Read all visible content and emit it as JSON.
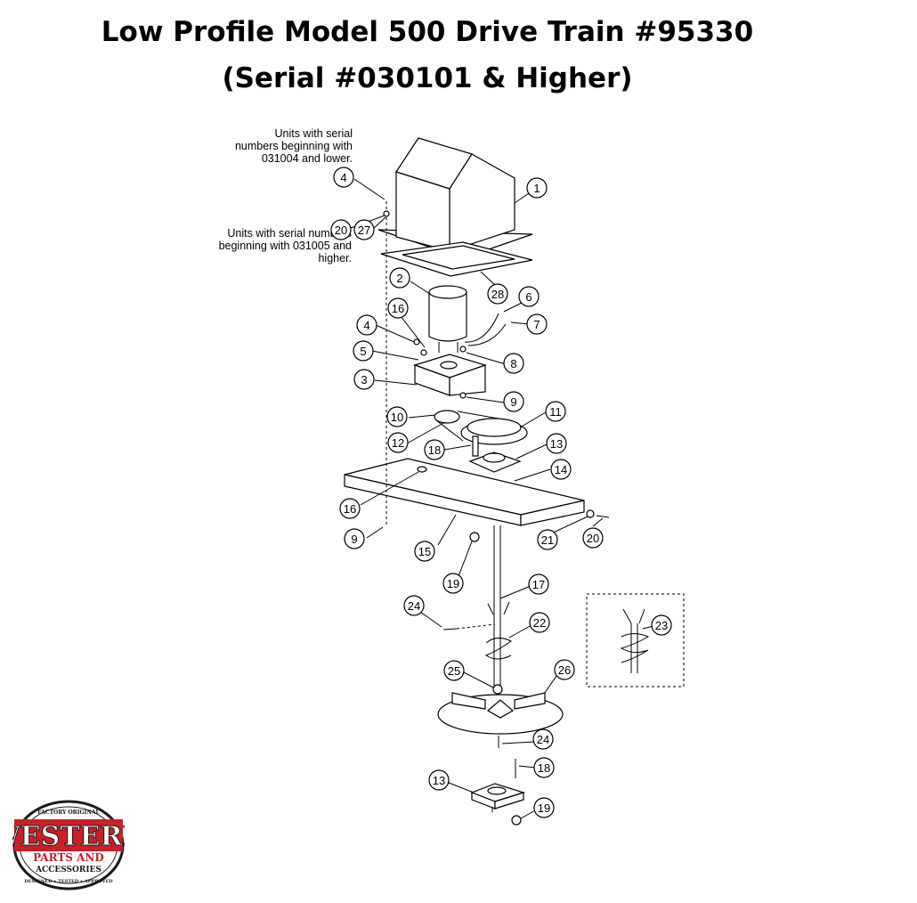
{
  "title_line1": "Low Profile Model 500 Drive Train #95330",
  "title_line2": "(Serial #030101 & Higher)",
  "notes": {
    "upper": "Units with serial numbers beginning with 031004 and lower.",
    "lower": "Units with serial numbers beginning with 031005 and higher."
  },
  "callouts": [
    "1",
    "2",
    "3",
    "4",
    "4",
    "5",
    "6",
    "7",
    "8",
    "9",
    "9",
    "10",
    "11",
    "12",
    "13",
    "13",
    "14",
    "15",
    "16",
    "16",
    "17",
    "18",
    "18",
    "19",
    "19",
    "20",
    "20",
    "21",
    "22",
    "23",
    "24",
    "24",
    "25",
    "26",
    "27",
    "28"
  ],
  "logo": {
    "top_text": "FACTORY ORIGINAL",
    "brand": "WESTERN",
    "line2": "PARTS AND",
    "line3": "ACCESSORIES",
    "bottom_text": "DESIGNED • TESTED • APPROVED",
    "colors": {
      "red": "#c8202a",
      "dark": "#1a1a1a"
    }
  }
}
